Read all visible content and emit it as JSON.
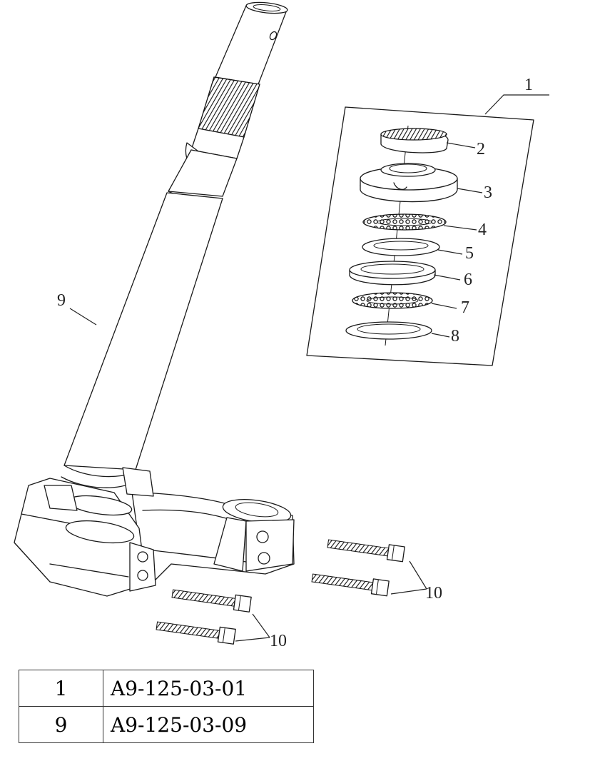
{
  "callouts": {
    "c1": "1",
    "c2": "2",
    "c3": "3",
    "c4": "4",
    "c5": "5",
    "c6": "6",
    "c7": "7",
    "c8": "8",
    "c9": "9",
    "c10a": "10",
    "c10b": "10"
  },
  "parts_table": {
    "rows": [
      {
        "item": "1",
        "part_number": "A9-125-03-01"
      },
      {
        "item": "9",
        "part_number": "A9-125-03-09"
      }
    ]
  }
}
